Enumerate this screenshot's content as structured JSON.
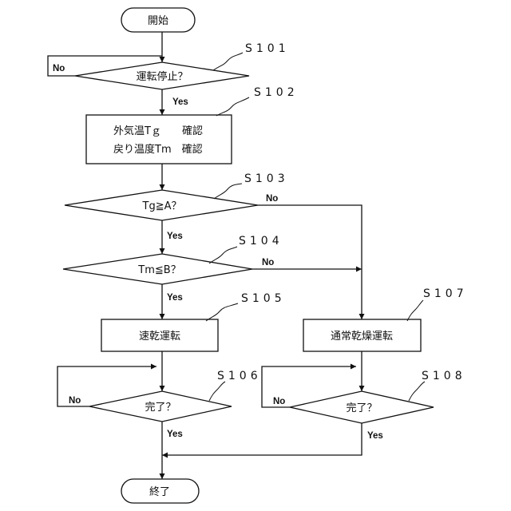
{
  "start": "開始",
  "end": "終了",
  "steps": {
    "s101": "S101",
    "s102": "S102",
    "s103": "S103",
    "s104": "S104",
    "s105": "S105",
    "s106": "S106",
    "s107": "S107",
    "s108": "S108"
  },
  "decisions": {
    "stop": "運転停止？",
    "tg": "Tg≧A？",
    "tm": "Tm≦B？",
    "done_left": "完了？",
    "done_right": "完了？"
  },
  "process": {
    "check_line1": "外気温Tｇ　　確認",
    "check_line2": "戻り温度Tm　確認",
    "fast_dry": "速乾運転",
    "normal_dry": "通常乾燥運転"
  },
  "labels": {
    "yes": "Yes",
    "no": "No"
  }
}
